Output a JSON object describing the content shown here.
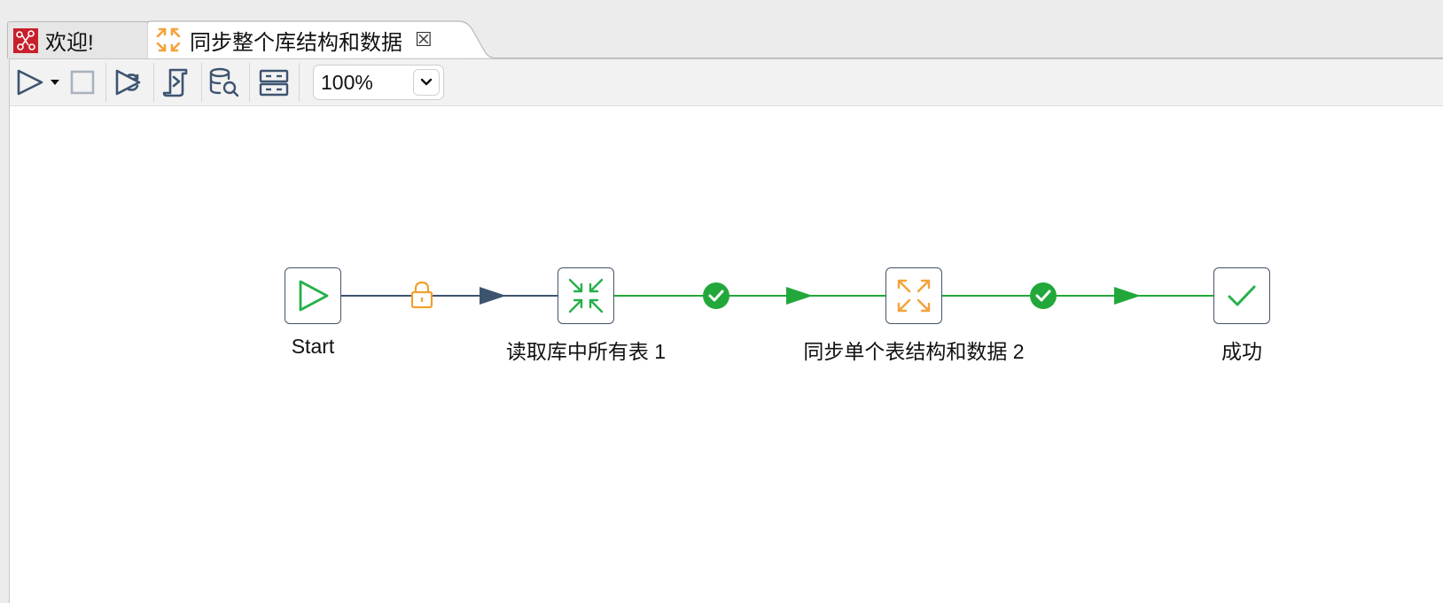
{
  "tabs": [
    {
      "label": "欢迎!",
      "icon": "kettle-logo-icon",
      "active": false
    },
    {
      "label": "同步整个库结构和数据",
      "icon": "sync-arrows-icon",
      "active": true,
      "close_glyph": "☒"
    }
  ],
  "toolbar": {
    "zoom_value": "100%"
  },
  "workflow": {
    "nodes": [
      {
        "label": "Start",
        "icon": "play-icon"
      },
      {
        "label": "读取库中所有表 1",
        "icon": "collapse-arrows-icon"
      },
      {
        "label": "同步单个表结构和数据 2",
        "icon": "expand-arrows-icon"
      },
      {
        "label": "成功",
        "icon": "check-icon"
      }
    ],
    "hops": [
      {
        "from": "Start",
        "to": "读取库中所有表 1",
        "type": "unconditional",
        "icon": "lock-icon",
        "color": "#3d5470"
      },
      {
        "from": "读取库中所有表 1",
        "to": "同步单个表结构和数据 2",
        "type": "success",
        "icon": "check-circle-icon",
        "color": "#22a83a"
      },
      {
        "from": "同步单个表结构和数据 2",
        "to": "成功",
        "type": "success",
        "icon": "check-circle-icon",
        "color": "#22a83a"
      }
    ]
  },
  "colors": {
    "hop_unconditional": "#3d5470",
    "hop_success": "#22a83a",
    "lock": "#f0a030",
    "node_border": "#44546a",
    "icon_green": "#27b04a",
    "icon_orange": "#f3a23a",
    "kettle_red": "#c8202a"
  }
}
